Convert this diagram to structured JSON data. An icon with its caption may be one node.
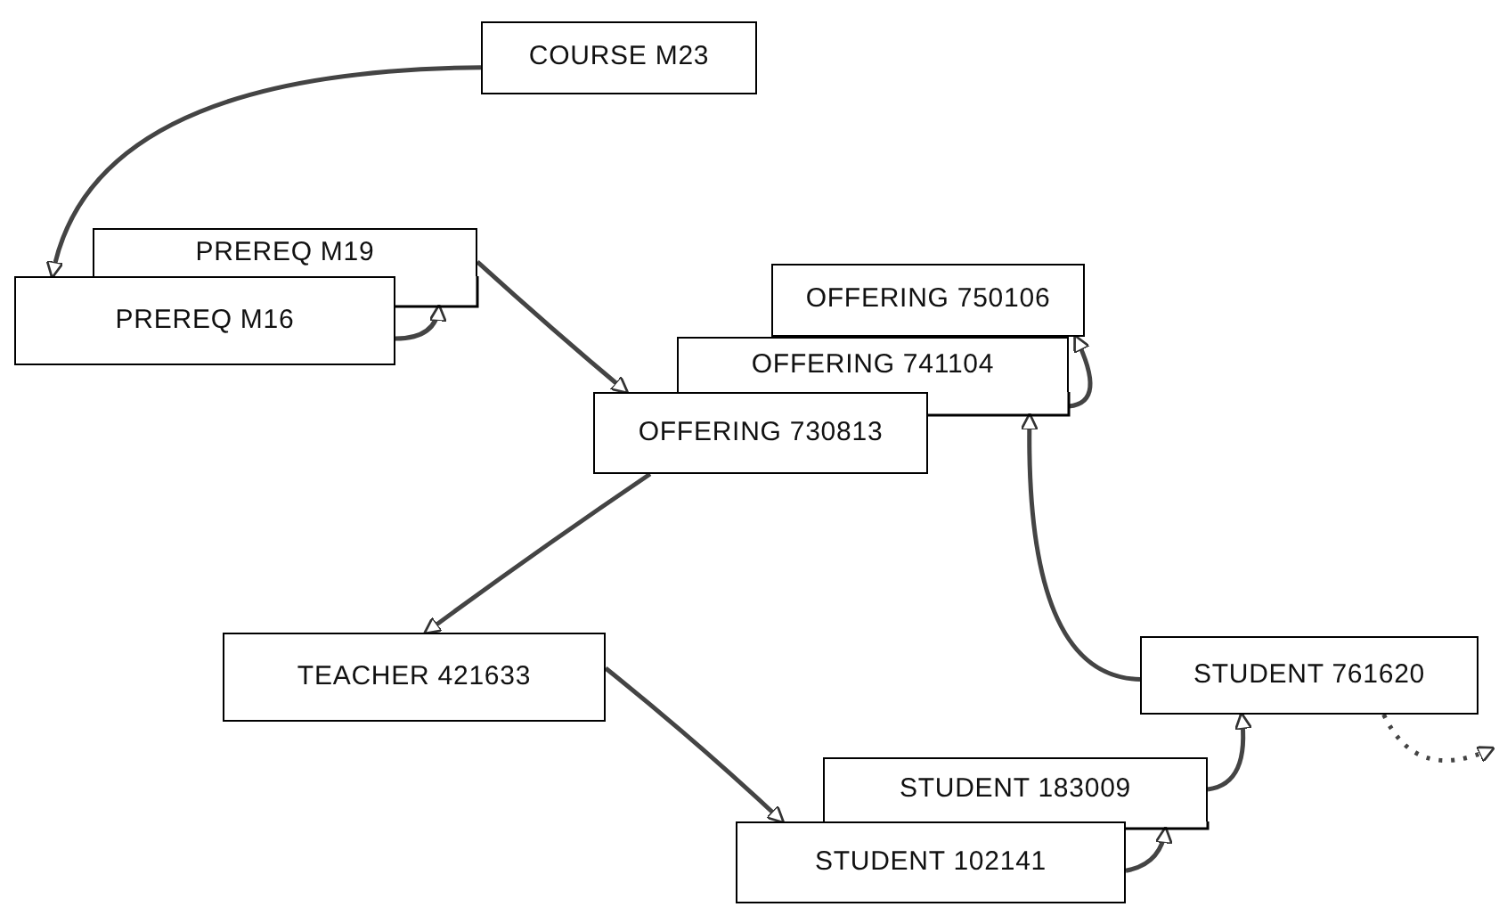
{
  "diagram": {
    "nodes": [
      {
        "text": [
          "COURSE M23"
        ]
      },
      {
        "text": [
          "PREREQ M19"
        ]
      },
      {
        "text": [
          "PREREQ M16"
        ]
      },
      {
        "text": [
          "OFFERING 750106"
        ]
      },
      {
        "text": [
          "OFFERING 741104"
        ]
      },
      {
        "text": [
          "OFFERING 730813"
        ]
      },
      {
        "text": [
          "TEACHER 421633"
        ]
      },
      {
        "text": [
          "STUDENT 761620"
        ]
      },
      {
        "text": [
          "STUDENT 183009"
        ]
      },
      {
        "text": [
          "STUDENT 102141"
        ]
      }
    ],
    "edges": [
      {
        "from": 0,
        "to": 2,
        "arrow": "to"
      },
      {
        "from": 2,
        "to": 1,
        "arrow": "to"
      },
      {
        "from": 1,
        "to": 5,
        "arrow": "to"
      },
      {
        "from": 5,
        "to": 6,
        "arrow": "to"
      },
      {
        "from": 6,
        "to": 9,
        "arrow": "to"
      },
      {
        "from": 9,
        "to": 8,
        "arrow": "to"
      },
      {
        "from": 8,
        "to": 7,
        "arrow": "to"
      },
      {
        "from": 7,
        "to": null,
        "arrow": "to",
        "style": "dashed"
      },
      {
        "from": 7,
        "to": 4,
        "arrow": "to"
      },
      {
        "from": 4,
        "to": 3,
        "arrow": "to"
      }
    ]
  }
}
